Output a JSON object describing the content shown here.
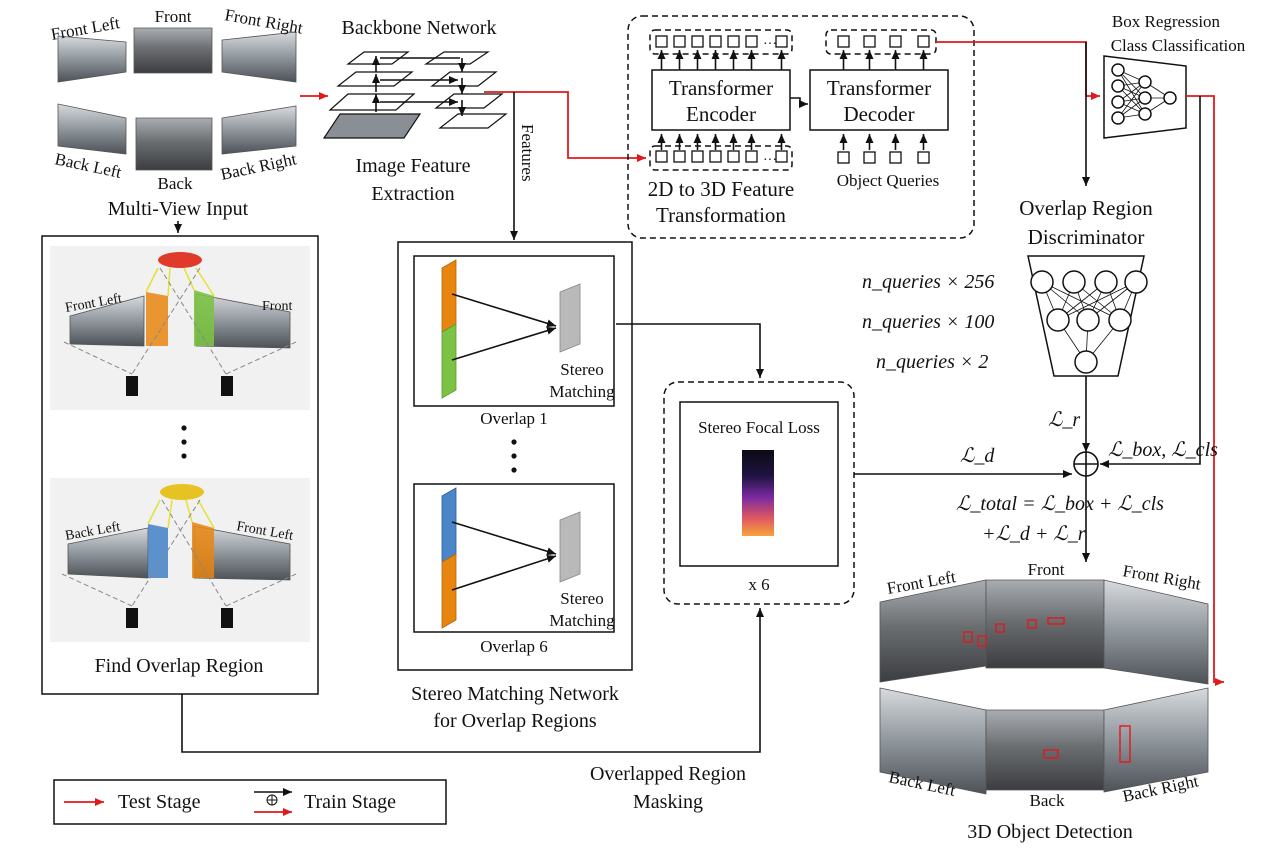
{
  "views": {
    "front_left": "Front Left",
    "front": "Front",
    "front_right": "Front Right",
    "back_left": "Back Left",
    "back": "Back",
    "back_right": "Back Right"
  },
  "multi_view_input": "Multi-View Input",
  "backbone_network": "Backbone Network",
  "image_feature_line1": "Image Feature",
  "image_feature_line2": "Extraction",
  "features": "Features",
  "transformer_encoder_line1": "Transformer",
  "transformer_encoder_line2": "Encoder",
  "transformer_decoder_line1": "Transformer",
  "transformer_decoder_line2": "Decoder",
  "object_queries": "Object Queries",
  "ellipsis": "···",
  "transform_line1": "2D to 3D Feature",
  "transform_line2": "Transformation",
  "box_regression": "Box Regression",
  "class_classification": "Class Classification",
  "overlap_disc_line1": "Overlap Region",
  "overlap_disc_line2": "Discriminator",
  "dims": [
    "n_queries × 256",
    "n_queries × 100",
    "n_queries × 2"
  ],
  "find_overlap": "Find Overlap Region",
  "overlap_panel": {
    "top_left": "Front Left",
    "top_right": "Front",
    "bottom_left": "Back Left",
    "bottom_right": "Front Left"
  },
  "stereo_matching_line1": "Stereo",
  "stereo_matching_line2": "Matching",
  "overlap1": "Overlap 1",
  "overlap6": "Overlap 6",
  "stereo_network_line1": "Stereo Matching Network",
  "stereo_network_line2": "for Overlap Regions",
  "stereo_focal_loss": "Stereo Focal Loss",
  "x6": "x 6",
  "overlapped_masking_line1": "Overlapped Region",
  "overlapped_masking_line2": "Masking",
  "loss_r": "ℒ_r",
  "loss_d": "ℒ_d",
  "loss_box_cls": "ℒ_box, ℒ_cls",
  "total_loss_line1": "ℒ_total = ℒ_box + ℒ_cls",
  "total_loss_line2": "+ℒ_d + ℒ_r",
  "detection_3d": "3D Object Detection",
  "legend": {
    "test": "Test Stage",
    "train": "Train Stage"
  },
  "colors": {
    "test_arrow": "#e0191b",
    "orange": "#e8850f",
    "green": "#7cc244",
    "blue": "#4a86c8",
    "gray": "#b9b9b9"
  }
}
